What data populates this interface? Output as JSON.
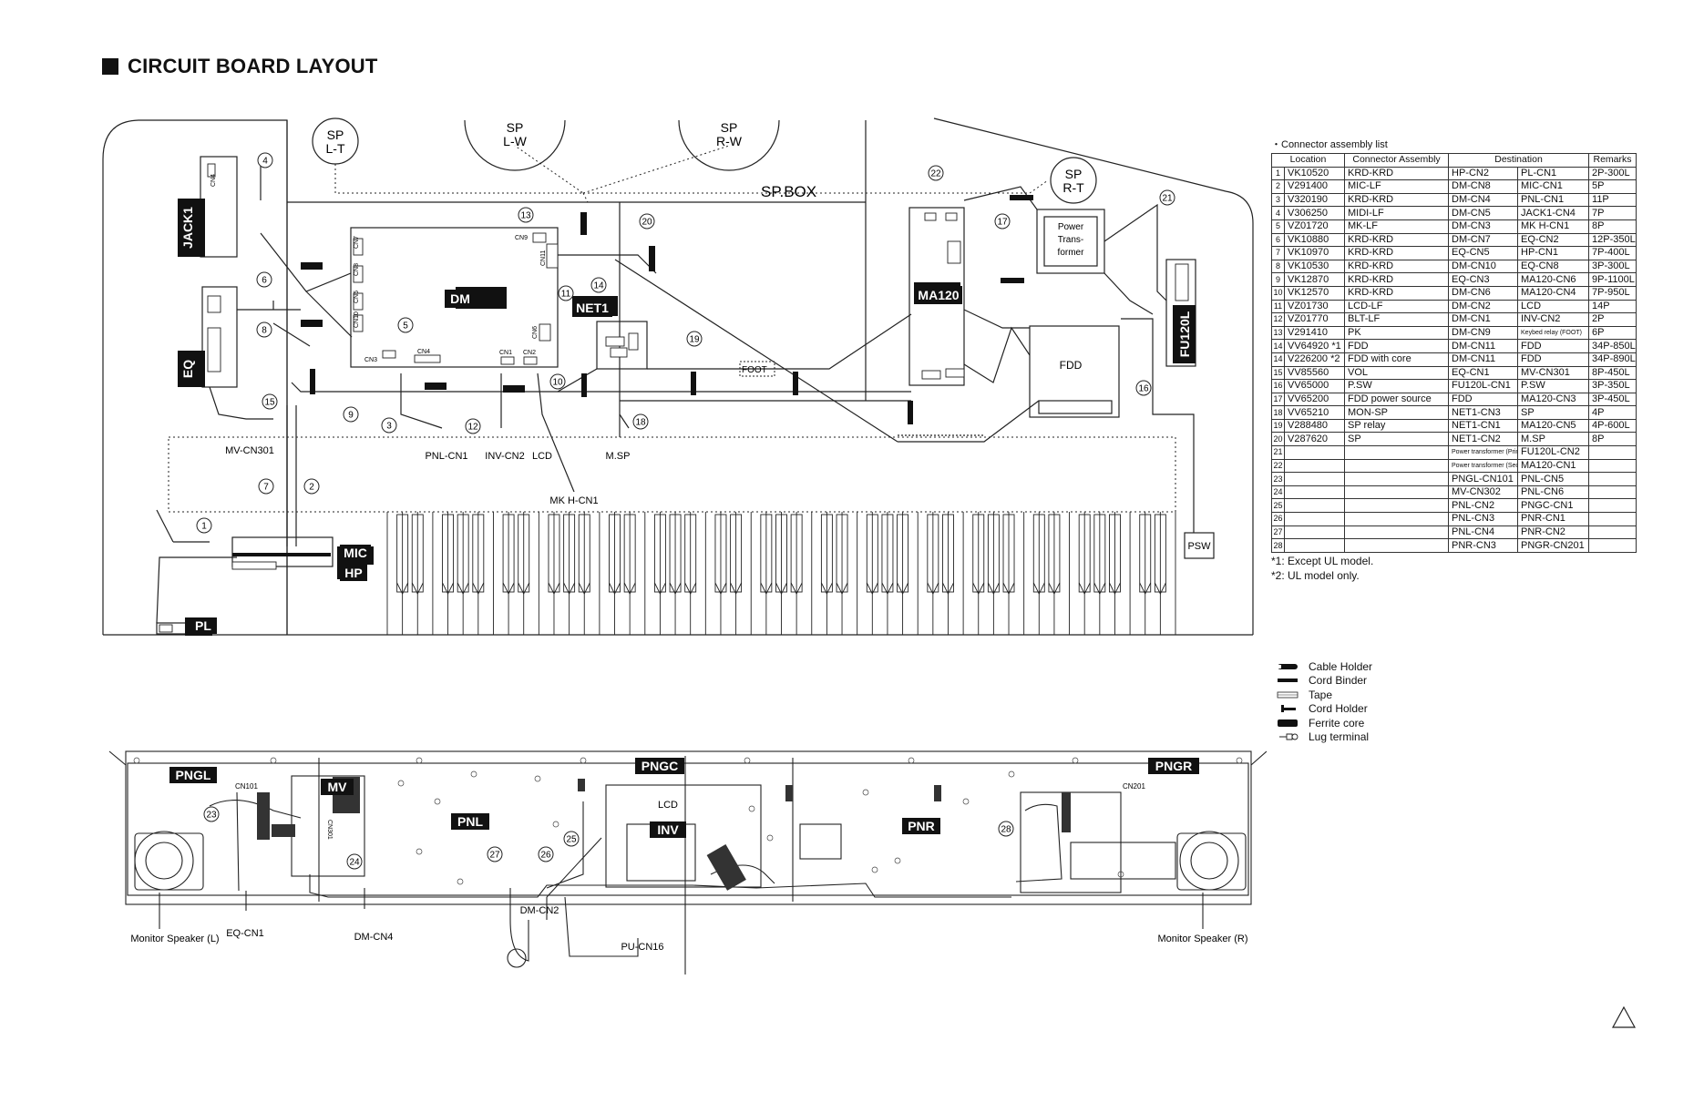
{
  "page_title": "CIRCUIT BOARD LAYOUT",
  "boards": {
    "sp_lt": [
      "SP",
      "L-T"
    ],
    "sp_lw": [
      "SP",
      "L-W"
    ],
    "sp_rw": [
      "SP",
      "R-W"
    ],
    "sp_rt": [
      "SP",
      "R-T"
    ],
    "sp_box": "SP.BOX",
    "jack1": "JACK1",
    "eq": "EQ",
    "dm": "DM",
    "net1": "NET1",
    "ma120": "MA120",
    "fu120l": "FU120L",
    "power_transformer": [
      "Power",
      "Trans-",
      "former"
    ],
    "fdd": "FDD",
    "foot": "FOOT",
    "psw": "PSW",
    "mic": "MIC",
    "hp": "HP",
    "pl": "PL"
  },
  "connectors": {
    "cn7": "CN7",
    "cn8": "CN8",
    "cn5": "CN5",
    "cn10": "CN10",
    "cn9": "CN9",
    "cn11": "CN11",
    "cn3": "CN3",
    "cn4": "CN4",
    "cn1": "CN1",
    "cn2": "CN2",
    "cn6": "CN6",
    "cn4v": "CN4"
  },
  "callouts": {
    "pnl_cn1": "PNL-CN1",
    "inv_cn2": "INV-CN2",
    "lcd": "LCD",
    "m_sp": "M.SP",
    "mv_cn301": "MV-CN301",
    "mk_h_cn1": "MK H-CN1"
  },
  "circled": [
    "1",
    "2",
    "3",
    "4",
    "5",
    "6",
    "7",
    "8",
    "9",
    "10",
    "11",
    "12",
    "13",
    "14",
    "15",
    "16",
    "17",
    "18",
    "19",
    "20",
    "21",
    "22",
    "23",
    "24",
    "25",
    "26",
    "27",
    "28"
  ],
  "table": {
    "title": "・Connector assembly list",
    "headers": [
      "Location",
      "Connector Assembly",
      "Destination",
      "Remarks"
    ],
    "rows": [
      [
        "VK10520",
        "KRD-KRD",
        "HP-CN2",
        "PL-CN1",
        "2P-300L"
      ],
      [
        "V291400",
        "MIC-LF",
        "DM-CN8",
        "MIC-CN1",
        "5P"
      ],
      [
        "V320190",
        "KRD-KRD",
        "DM-CN4",
        "PNL-CN1",
        "11P"
      ],
      [
        "V306250",
        "MIDI-LF",
        "DM-CN5",
        "JACK1-CN4",
        "7P"
      ],
      [
        "VZ01720",
        "MK-LF",
        "DM-CN3",
        "MK H-CN1",
        "8P"
      ],
      [
        "VK10880",
        "KRD-KRD",
        "DM-CN7",
        "EQ-CN2",
        "12P-350L"
      ],
      [
        "VK10970",
        "KRD-KRD",
        "EQ-CN5",
        "HP-CN1",
        "7P-400L"
      ],
      [
        "VK10530",
        "KRD-KRD",
        "DM-CN10",
        "EQ-CN8",
        "3P-300L"
      ],
      [
        "VK12870",
        "KRD-KRD",
        "EQ-CN3",
        "MA120-CN6",
        "9P-1100L"
      ],
      [
        "VK12570",
        "KRD-KRD",
        "DM-CN6",
        "MA120-CN4",
        "7P-950L"
      ],
      [
        "VZ01730",
        "LCD-LF",
        "DM-CN2",
        "LCD",
        "14P"
      ],
      [
        "VZ01770",
        "BLT-LF",
        "DM-CN1",
        "INV-CN2",
        "2P"
      ],
      [
        "V291410",
        "PK",
        "DM-CN9",
        "Keybed relay (FOOT)",
        "6P"
      ],
      [
        "VV64920 *1",
        "FDD",
        "DM-CN11",
        "FDD",
        "34P-850L"
      ],
      [
        "V226200 *2",
        "FDD with core",
        "DM-CN11",
        "FDD",
        "34P-890L"
      ],
      [
        "VV85560",
        "VOL",
        "EQ-CN1",
        "MV-CN301",
        "8P-450L"
      ],
      [
        "VV65000",
        "P.SW",
        "FU120L-CN1",
        "P.SW",
        "3P-350L"
      ],
      [
        "VV65200",
        "FDD power source",
        "FDD",
        "MA120-CN3",
        "3P-450L"
      ],
      [
        "VV65210",
        "MON-SP",
        "NET1-CN3",
        "SP",
        "4P"
      ],
      [
        "V288480",
        "SP relay",
        "NET1-CN1",
        "MA120-CN5",
        "4P-600L"
      ],
      [
        "V287620",
        "SP",
        "NET1-CN2",
        "M.SP",
        "8P"
      ],
      [
        "",
        "",
        "Power transformer (Primary)",
        "FU120L-CN2",
        ""
      ],
      [
        "",
        "",
        "Power transformer (Secondary)",
        "MA120-CN1",
        ""
      ],
      [
        "",
        "",
        "PNGL-CN101",
        "PNL-CN5",
        ""
      ],
      [
        "",
        "",
        "MV-CN302",
        "PNL-CN6",
        ""
      ],
      [
        "",
        "",
        "PNL-CN2",
        "PNGC-CN1",
        ""
      ],
      [
        "",
        "",
        "PNL-CN3",
        "PNR-CN1",
        ""
      ],
      [
        "",
        "",
        "PNL-CN4",
        "PNR-CN2",
        ""
      ],
      [
        "",
        "",
        "PNR-CN3",
        "PNGR-CN201",
        ""
      ]
    ],
    "row_numbers": [
      "1",
      "2",
      "3",
      "4",
      "5",
      "6",
      "7",
      "8",
      "9",
      "10",
      "11",
      "12",
      "13",
      "14",
      "14",
      "15",
      "16",
      "17",
      "18",
      "19",
      "20",
      "21",
      "22",
      "23",
      "24",
      "25",
      "26",
      "27",
      "28"
    ]
  },
  "notes": [
    "*1:  Except UL model.",
    "*2:  UL model only."
  ],
  "legend": [
    "Cable Holder",
    "Cord Binder",
    "Tape",
    "Cord Holder",
    "Ferrite core",
    "Lug terminal"
  ],
  "panel": {
    "pngl": "PNGL",
    "mv": "MV",
    "pnl": "PNL",
    "pngc": "PNGC",
    "lcd": "LCD",
    "inv": "INV",
    "pnr": "PNR",
    "pngr": "PNGR",
    "cn101": "CN101",
    "cn201": "CN201",
    "cn301": "CN301",
    "monitor_l": "Monitor Speaker (L)",
    "monitor_r": "Monitor Speaker (R)",
    "eq_cn1": "EQ-CN1",
    "dm_cn4": "DM-CN4",
    "dm_cn2": "DM-CN2",
    "pu_cn16": "PU-CN16"
  }
}
